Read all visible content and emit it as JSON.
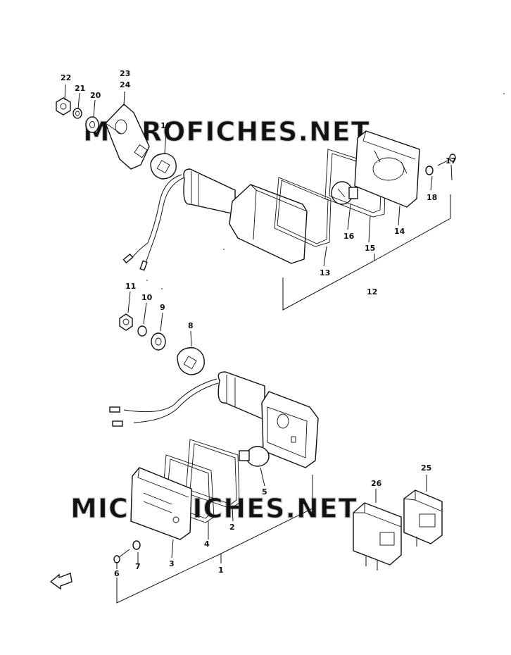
{
  "watermark": "MICROFICHES.NET",
  "callouts": [
    {
      "key": "p1",
      "label": "1"
    },
    {
      "key": "p2",
      "label": "2"
    },
    {
      "key": "p3",
      "label": "3"
    },
    {
      "key": "p4",
      "label": "4"
    },
    {
      "key": "p5",
      "label": "5"
    },
    {
      "key": "p6",
      "label": "6"
    },
    {
      "key": "p7",
      "label": "7"
    },
    {
      "key": "p8",
      "label": "8"
    },
    {
      "key": "p9",
      "label": "9"
    },
    {
      "key": "p10",
      "label": "10"
    },
    {
      "key": "p11",
      "label": "11"
    },
    {
      "key": "p12",
      "label": "12"
    },
    {
      "key": "p13",
      "label": "13"
    },
    {
      "key": "p14",
      "label": "14"
    },
    {
      "key": "p15",
      "label": "15"
    },
    {
      "key": "p16",
      "label": "16"
    },
    {
      "key": "p17",
      "label": "17"
    },
    {
      "key": "p18",
      "label": "18"
    },
    {
      "key": "p19",
      "label": "19"
    },
    {
      "key": "p20",
      "label": "20"
    },
    {
      "key": "p21",
      "label": "21"
    },
    {
      "key": "p22",
      "label": "22"
    },
    {
      "key": "p23",
      "label": "23"
    },
    {
      "key": "p24",
      "label": "24"
    },
    {
      "key": "p25",
      "label": "25"
    },
    {
      "key": "p26",
      "label": "26"
    }
  ]
}
